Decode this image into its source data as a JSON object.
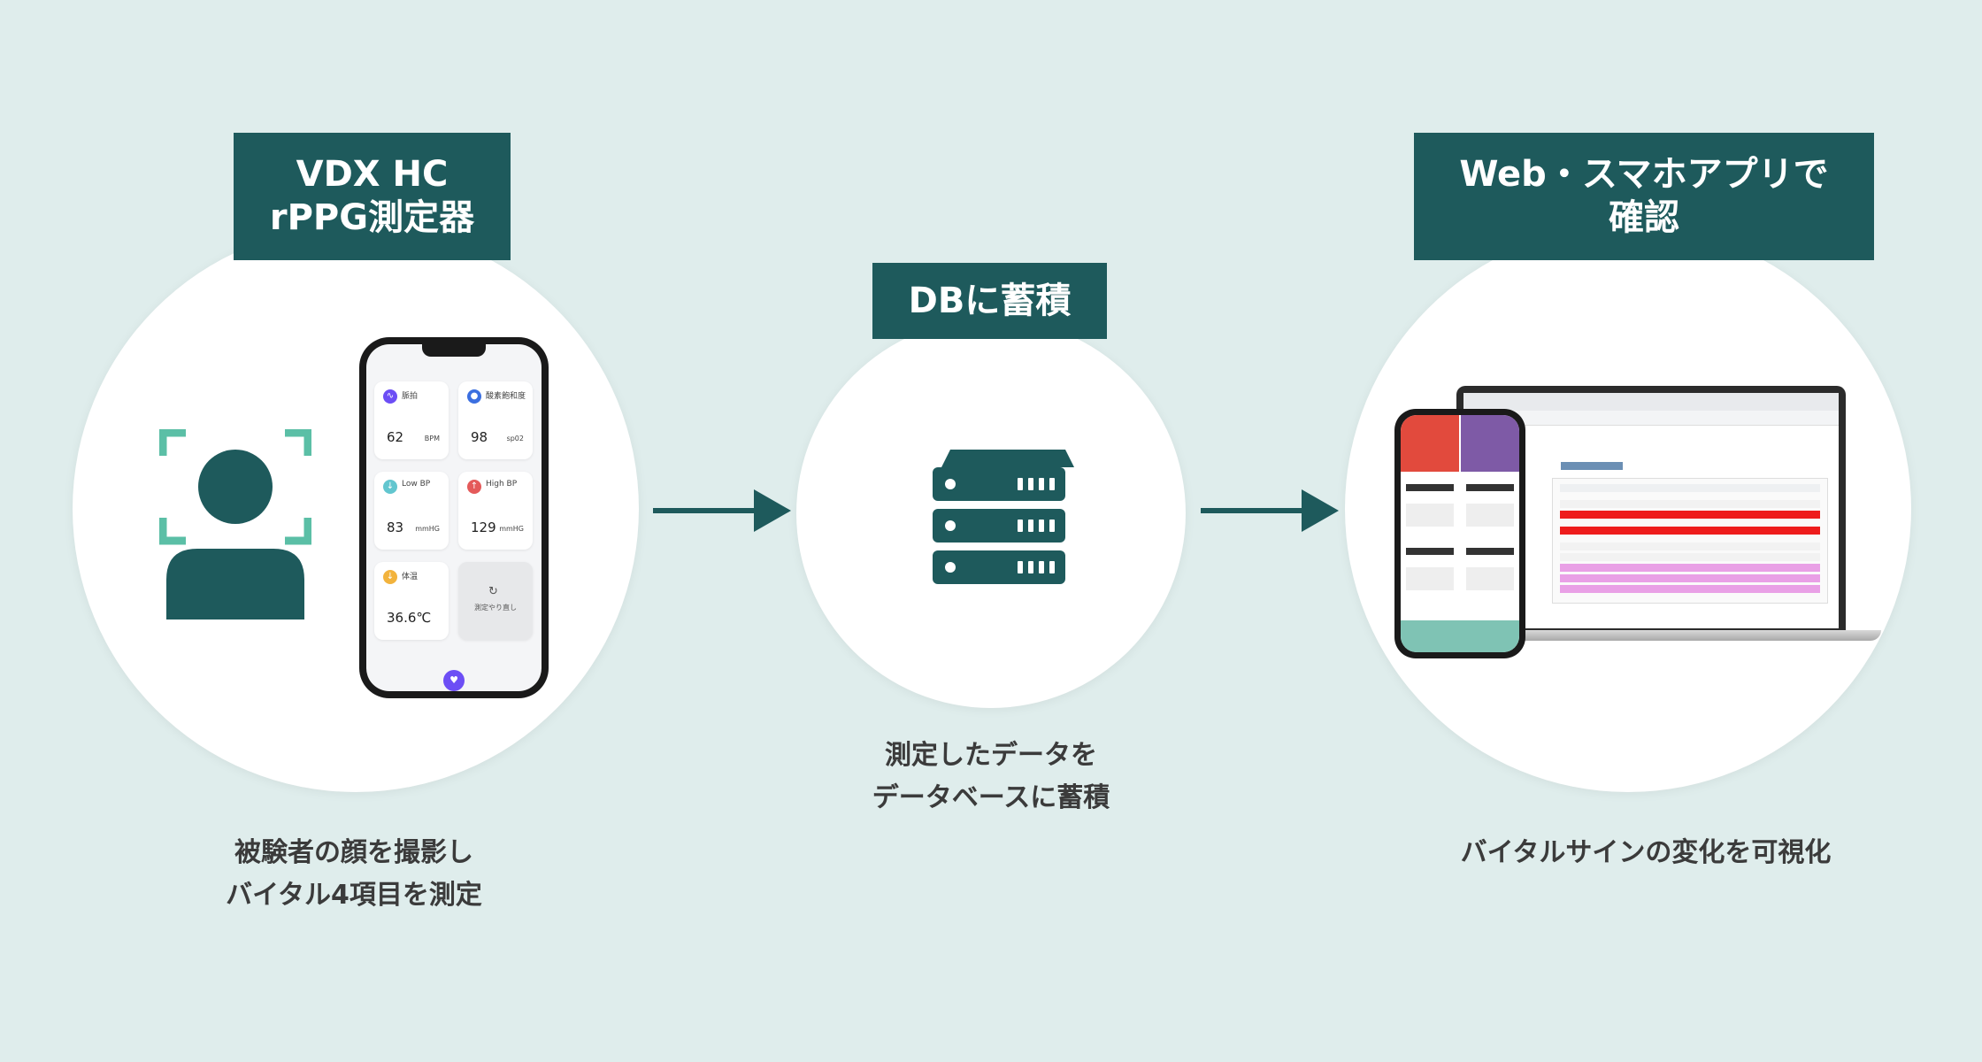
{
  "steps": [
    {
      "label_lines": [
        "VDX HC",
        "rPPG測定器"
      ],
      "desc_lines": [
        "被験者の顔を撮影し",
        "バイタル4項目を測定"
      ],
      "icons": [
        "face-scan-icon",
        "smartphone-app-icon"
      ]
    },
    {
      "label_lines": [
        "DBに蓄積"
      ],
      "desc_lines": [
        "測定したデータを",
        "データベースに蓄積"
      ],
      "icons": [
        "server-icon"
      ]
    },
    {
      "label_lines": [
        "Web・スマホアプリで",
        "確認"
      ],
      "desc_lines": [
        "バイタルサインの変化を可視化"
      ],
      "icons": [
        "laptop-icon",
        "smartphone-icon"
      ]
    }
  ],
  "phone_app": {
    "cards": [
      {
        "title": "脈拍",
        "value": "62",
        "unit": "BPM",
        "color": "#6c4ef5",
        "icon": "pulse-icon"
      },
      {
        "title": "酸素飽和度",
        "value": "98",
        "unit": "sp02",
        "color": "#3b6fe0",
        "icon": "drop-icon"
      },
      {
        "title": "Low BP",
        "value": "83",
        "unit": "mmHG",
        "color": "#62c6cf",
        "icon": "arrow-down-icon"
      },
      {
        "title": "High BP",
        "value": "129",
        "unit": "mmHG",
        "color": "#e45a5a",
        "icon": "arrow-up-icon"
      },
      {
        "title": "体温",
        "value": "36.6℃",
        "unit": "",
        "color": "#f2b33d",
        "icon": "thermometer-icon"
      }
    ],
    "remeasure_label": "測定やり直し"
  },
  "colors": {
    "background": "#dfedec",
    "accent": "#1e5a5c",
    "face_bracket": "#5bbfa6"
  }
}
